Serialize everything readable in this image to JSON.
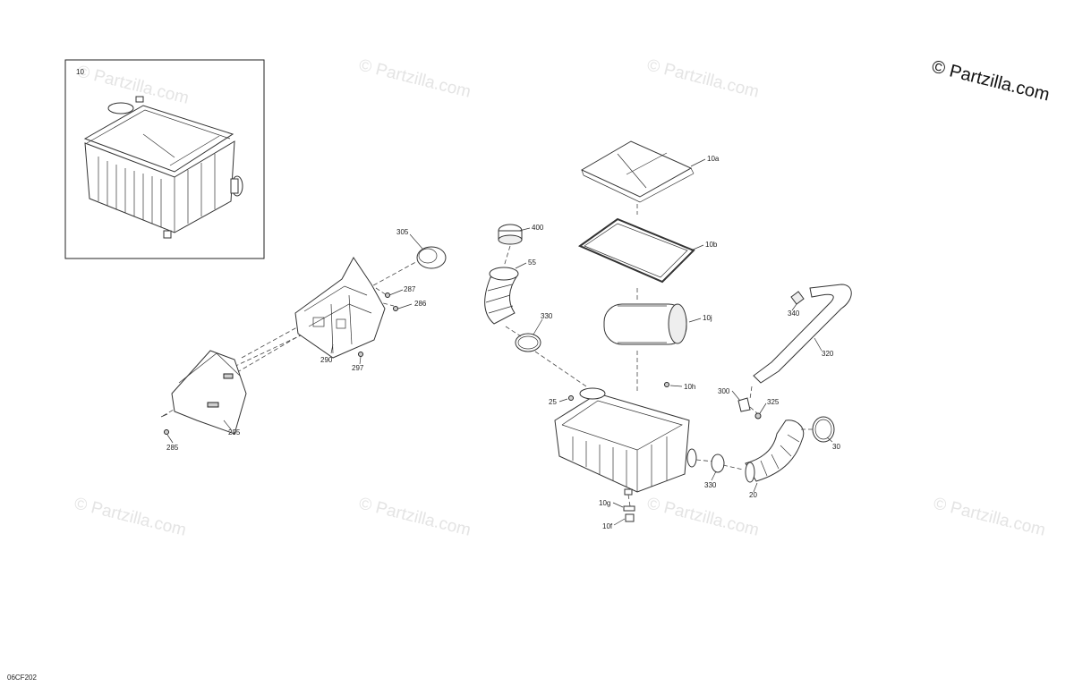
{
  "copyright": "© Partzilla.com",
  "watermark": "© Partzilla.com",
  "diagram_code": "06CF202",
  "inset_label": "10",
  "callouts": {
    "c305": "305",
    "c287": "287",
    "c286": "286",
    "c290": "290",
    "c297": "297",
    "c295": "295",
    "c285": "285",
    "c400": "400",
    "c55": "55",
    "c330a": "330",
    "c10a": "10a",
    "c10b": "10b",
    "c10j": "10j",
    "c340": "340",
    "c320": "320",
    "c10h": "10h",
    "c25": "25",
    "c300": "300",
    "c325": "325",
    "c30": "30",
    "c330b": "330",
    "c20": "20",
    "c10g": "10g",
    "c10f": "10f"
  }
}
